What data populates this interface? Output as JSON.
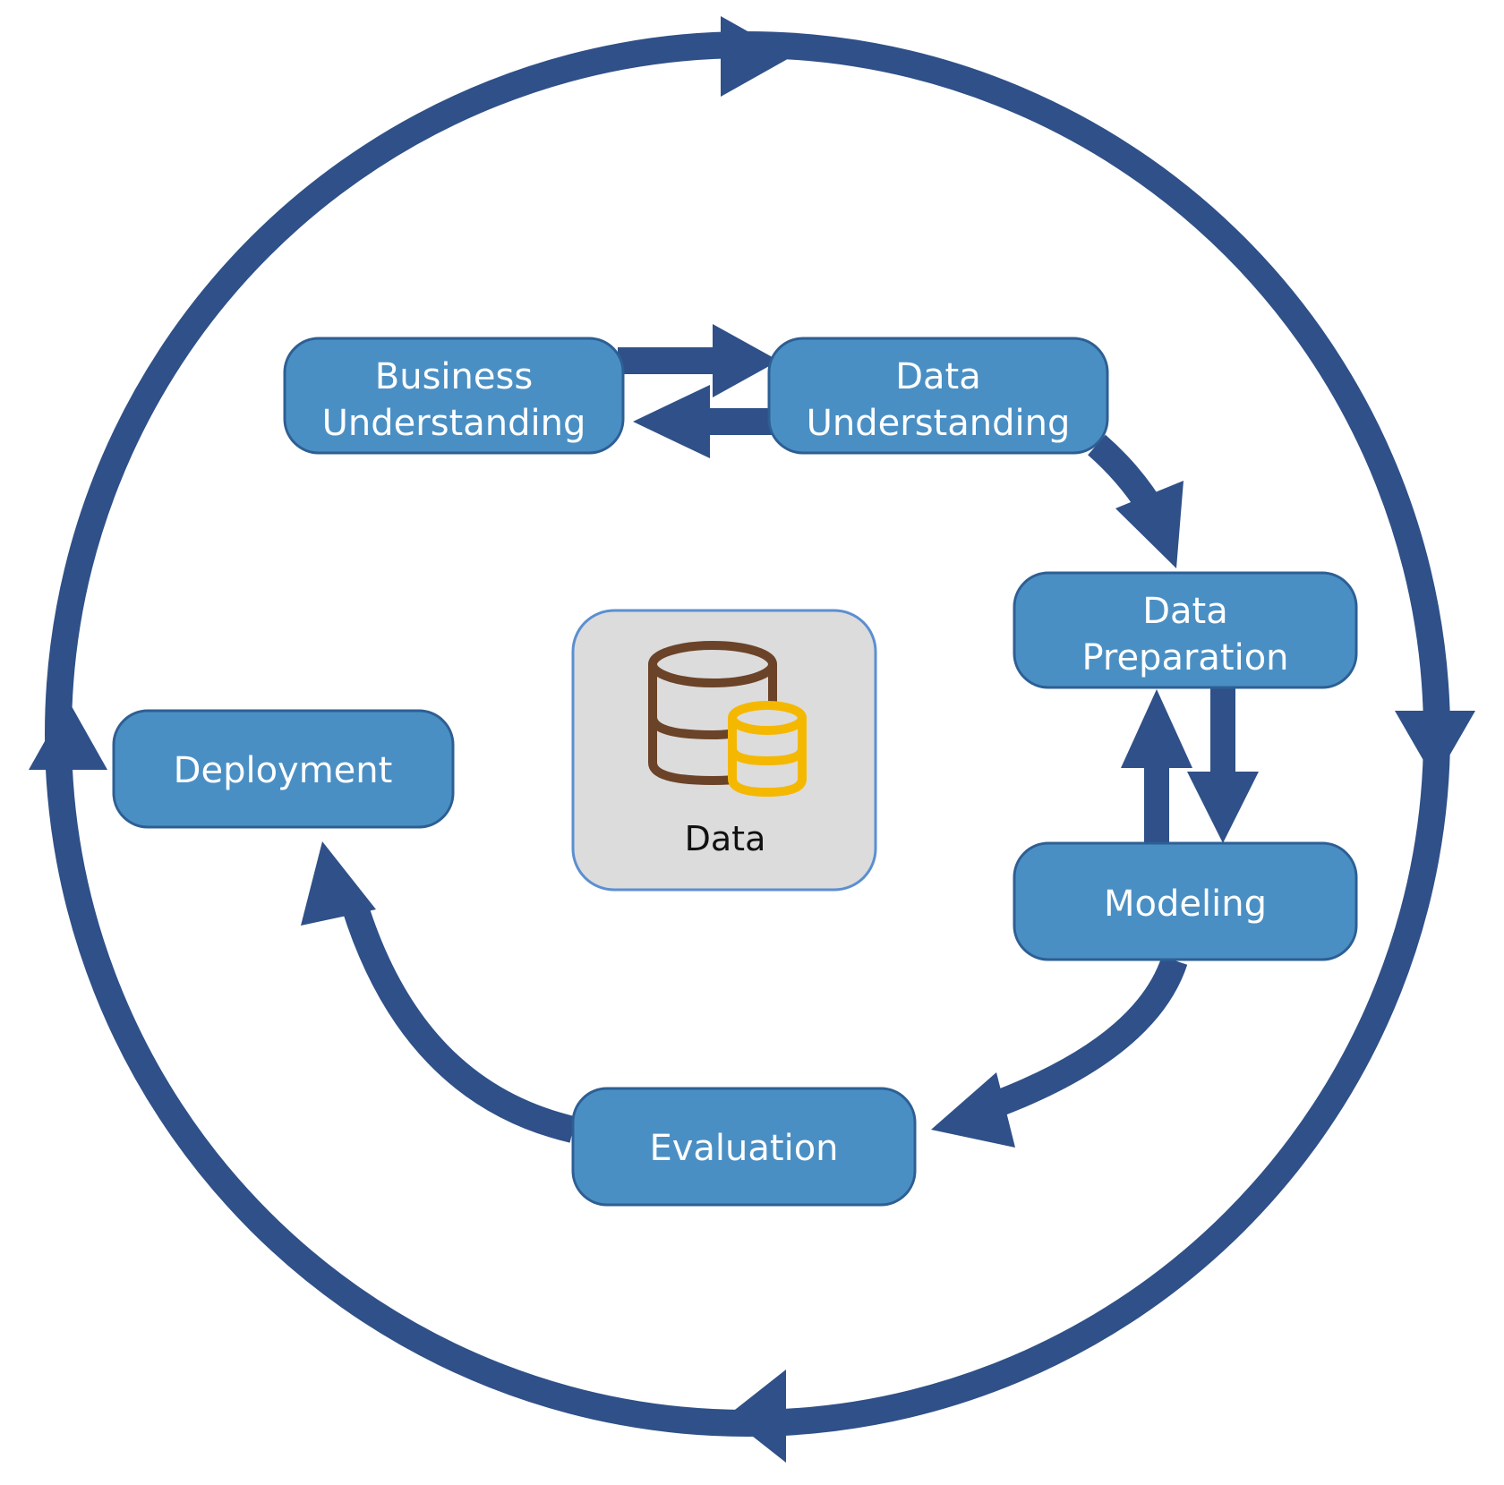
{
  "colors": {
    "cycle": "#2f5088",
    "phase_fill": "#4a8fc4",
    "phase_border": "#2d5f94",
    "phase_text": "#ffffff",
    "data_box_fill": "#dcdcdc",
    "data_box_border": "#5b8fd1",
    "db_icon_large": "#6b4328",
    "db_icon_small": "#f5b800"
  },
  "phases": {
    "business": {
      "line1": "Business",
      "line2": "Understanding"
    },
    "data_understanding": {
      "line1": "Data",
      "line2": "Understanding"
    },
    "data_preparation": {
      "line1": "Data",
      "line2": "Preparation"
    },
    "modeling": {
      "line1": "Modeling"
    },
    "evaluation": {
      "line1": "Evaluation"
    },
    "deployment": {
      "line1": "Deployment"
    }
  },
  "center": {
    "label": "Data",
    "icon": "database-icon"
  }
}
